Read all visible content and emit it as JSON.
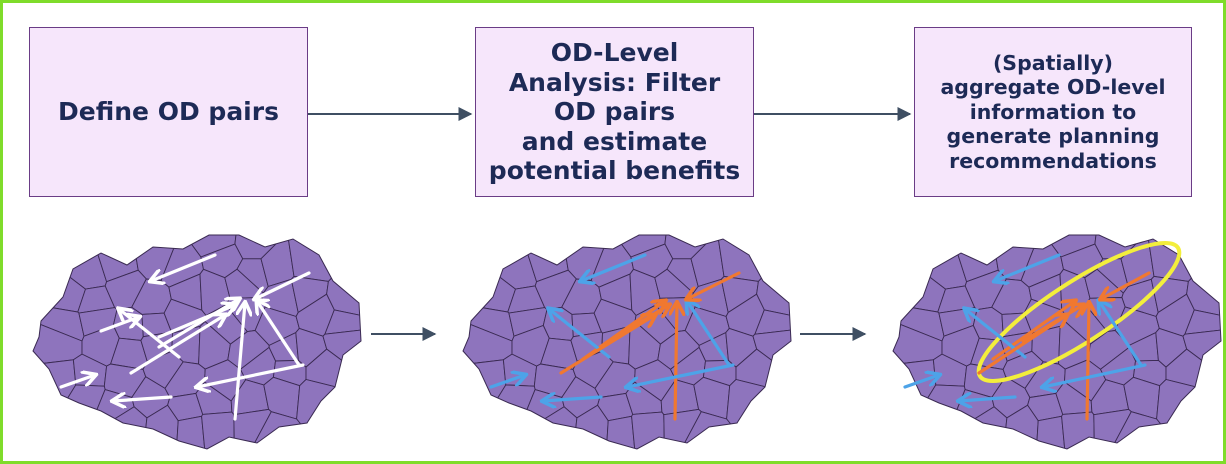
{
  "steps": [
    {
      "label": "Define OD pairs"
    },
    {
      "label": "OD-Level\nAnalysis: Filter\nOD pairs\nand estimate\npotential benefits"
    },
    {
      "label": "(Spatially)\naggregate OD-level\ninformation to\ngenerate planning\nrecommendations"
    }
  ],
  "colors": {
    "frame": "#7fdc2a",
    "box_fill": "#f6e6fb",
    "box_border": "#6a3c86",
    "box_text": "#1d2a56",
    "connector": "#3f4f63",
    "region_fill": "#8e74bd",
    "region_edge": "#3a2a52",
    "od_all": "#ffffff",
    "od_filtered": "#4da3e8",
    "od_selected": "#f07830",
    "cluster_ellipse": "#f3ee3c"
  },
  "maps": [
    {
      "name": "all-od-pairs",
      "icon": "voronoi-map-white-arrows"
    },
    {
      "name": "filtered-od-pairs",
      "icon": "voronoi-map-blue-orange-arrows"
    },
    {
      "name": "aggregated-od-pairs",
      "icon": "voronoi-map-highlighted-cluster"
    }
  ]
}
